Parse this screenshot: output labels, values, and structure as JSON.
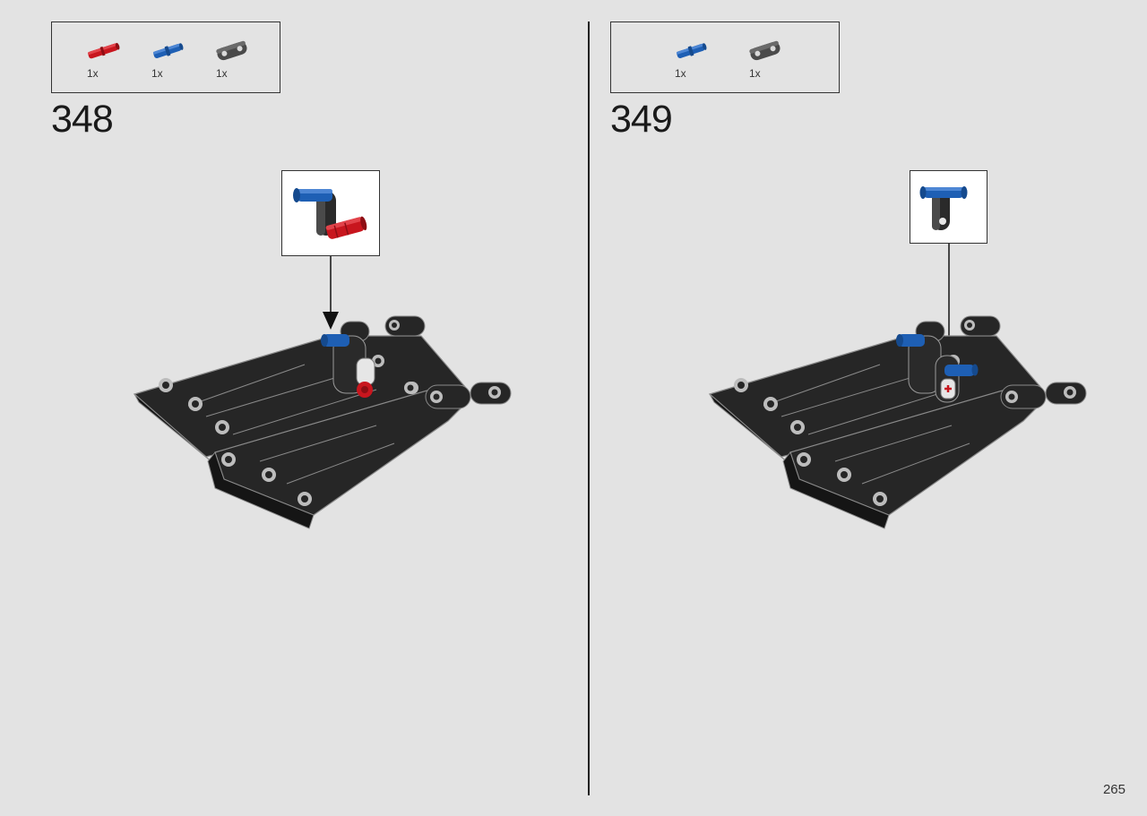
{
  "steps": [
    {
      "number": "348",
      "parts": [
        {
          "icon": "red-axle-pin-icon",
          "color": "#c8161e",
          "qty": "1x"
        },
        {
          "icon": "blue-pin-icon",
          "color": "#1e5fb4",
          "qty": "1x"
        },
        {
          "icon": "dark-gray-beam-icon",
          "color": "#4a4a4a",
          "qty": "1x"
        }
      ]
    },
    {
      "number": "349",
      "parts": [
        {
          "icon": "blue-pin-icon",
          "color": "#1e5fb4",
          "qty": "1x"
        },
        {
          "icon": "dark-gray-beam-icon",
          "color": "#4a4a4a",
          "qty": "1x"
        }
      ]
    }
  ],
  "page_number": "265",
  "colors": {
    "background": "#e3e3e3",
    "model_black": "#262626",
    "red": "#c8161e",
    "blue": "#1e5fb4"
  }
}
